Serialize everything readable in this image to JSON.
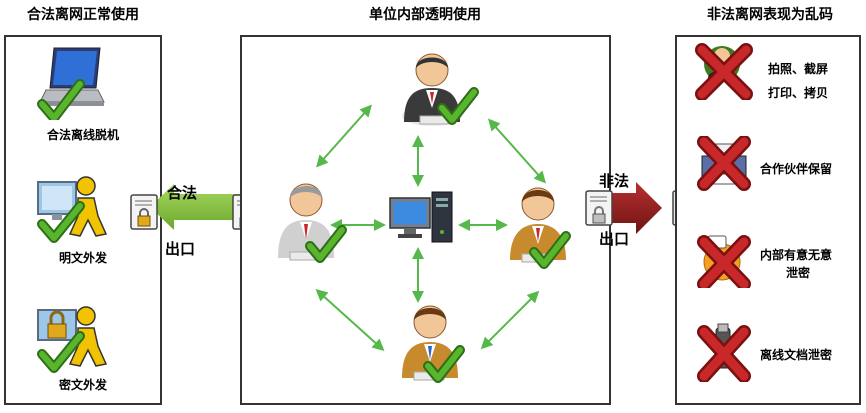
{
  "titles": {
    "left": "合法离网正常使用",
    "center": "单位内部透明使用",
    "right": "非法离网表现为乱码"
  },
  "left_items": [
    {
      "label": "合法离线脱机",
      "icon": "laptop-check-icon"
    },
    {
      "label": "明文外发",
      "icon": "monitor-user-check-icon"
    },
    {
      "label": "密文外发",
      "icon": "lock-user-check-icon"
    }
  ],
  "legal_exit": {
    "line1": "合法",
    "line2": "出口",
    "color": "#7bbd2a"
  },
  "illegal_exit": {
    "line1": "非法",
    "line2": "出口",
    "color": "#8b1a1a"
  },
  "right_items": [
    {
      "line1": "拍照、截屏",
      "line2": "打印、拷贝",
      "icon": "person-cross-icon"
    },
    {
      "line1": "合作伙伴保留",
      "line2": "",
      "icon": "printer-cross-icon"
    },
    {
      "line1": "内部有意无意",
      "line2": "泄密",
      "icon": "warning-cross-icon"
    },
    {
      "line1": "离线文档泄密",
      "line2": "",
      "icon": "usb-cross-icon"
    }
  ],
  "center_nodes": [
    "top-user-icon",
    "left-user-icon",
    "server-computer-icon",
    "right-user-icon",
    "bottom-user-icon"
  ],
  "colors": {
    "check": "#5ab52e",
    "cross": "#c8282a",
    "arrow": "#55b84a",
    "border": "#333333"
  }
}
